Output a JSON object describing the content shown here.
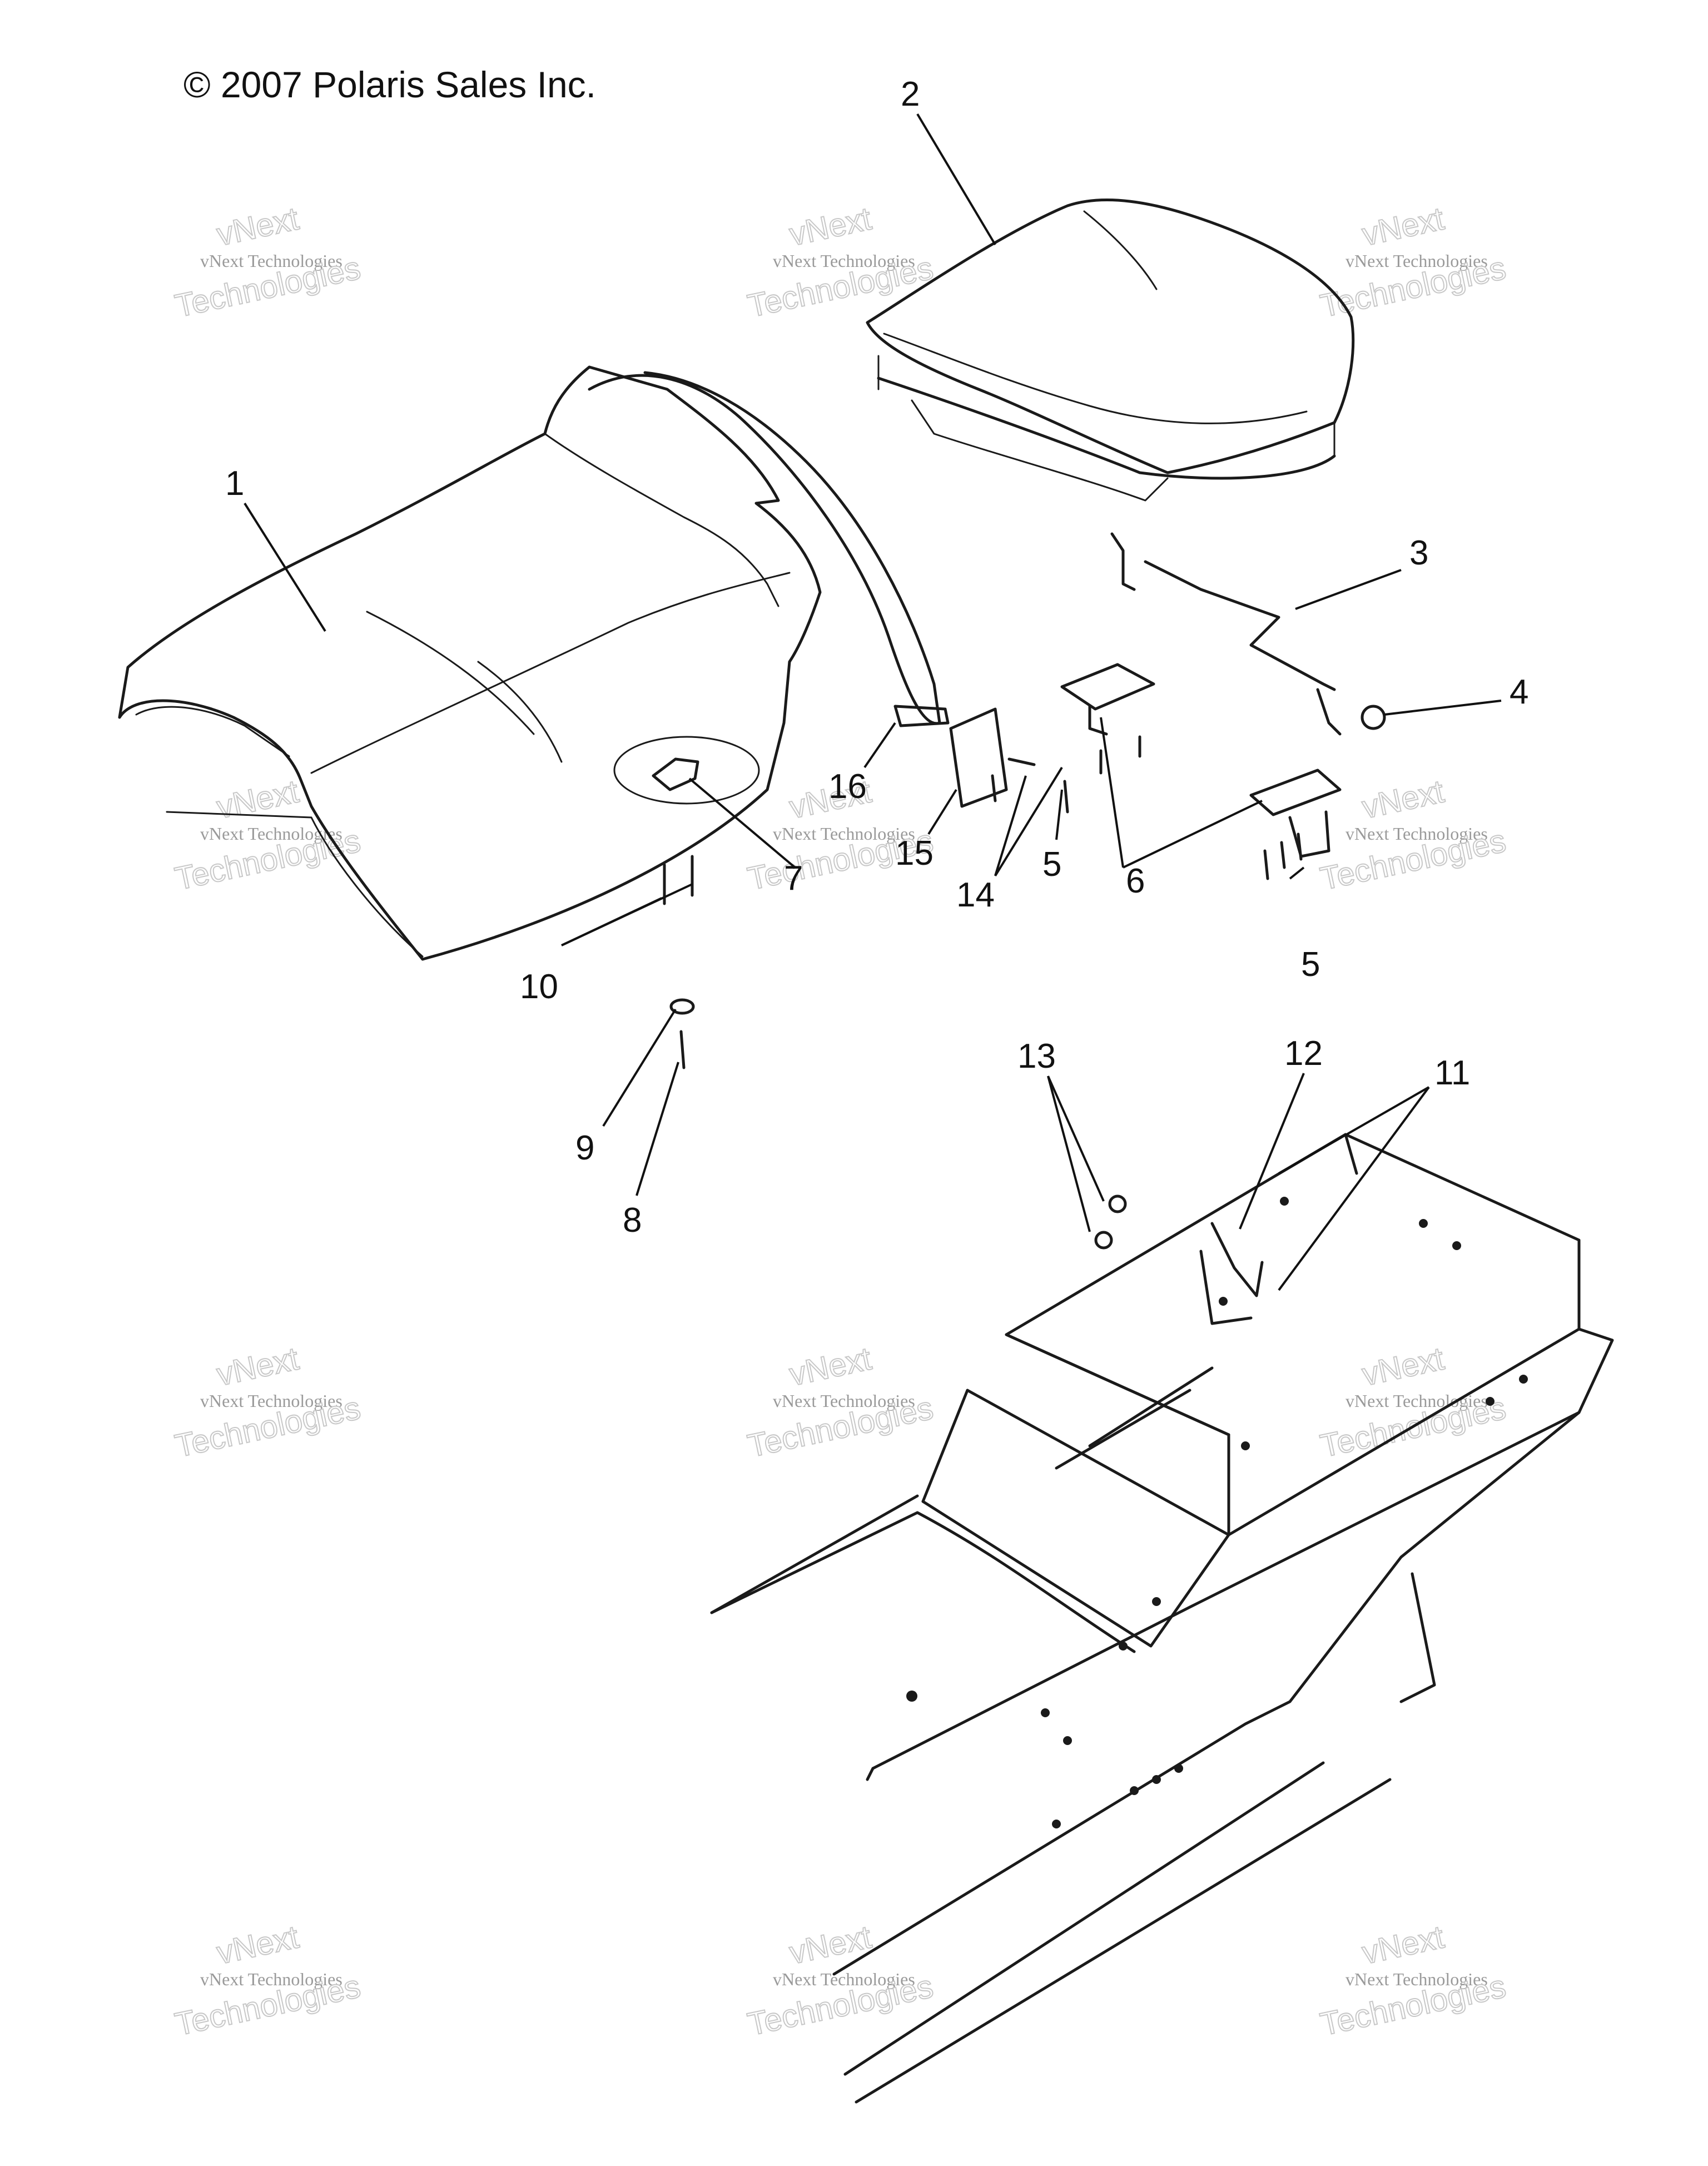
{
  "copyright": "© 2007 Polaris Sales Inc.",
  "watermark": {
    "line1": "vNext",
    "line2": "vNext Technologies",
    "line3": "Technologies"
  },
  "callouts": [
    {
      "id": "1",
      "label": "1"
    },
    {
      "id": "2",
      "label": "2"
    },
    {
      "id": "3",
      "label": "3"
    },
    {
      "id": "4",
      "label": "4"
    },
    {
      "id": "5a",
      "label": "5"
    },
    {
      "id": "5b",
      "label": "5"
    },
    {
      "id": "6",
      "label": "6"
    },
    {
      "id": "7",
      "label": "7"
    },
    {
      "id": "8",
      "label": "8"
    },
    {
      "id": "9",
      "label": "9"
    },
    {
      "id": "10",
      "label": "10"
    },
    {
      "id": "11",
      "label": "11"
    },
    {
      "id": "12",
      "label": "12"
    },
    {
      "id": "13",
      "label": "13"
    },
    {
      "id": "14",
      "label": "14"
    },
    {
      "id": "15",
      "label": "15"
    },
    {
      "id": "16",
      "label": "16"
    }
  ]
}
